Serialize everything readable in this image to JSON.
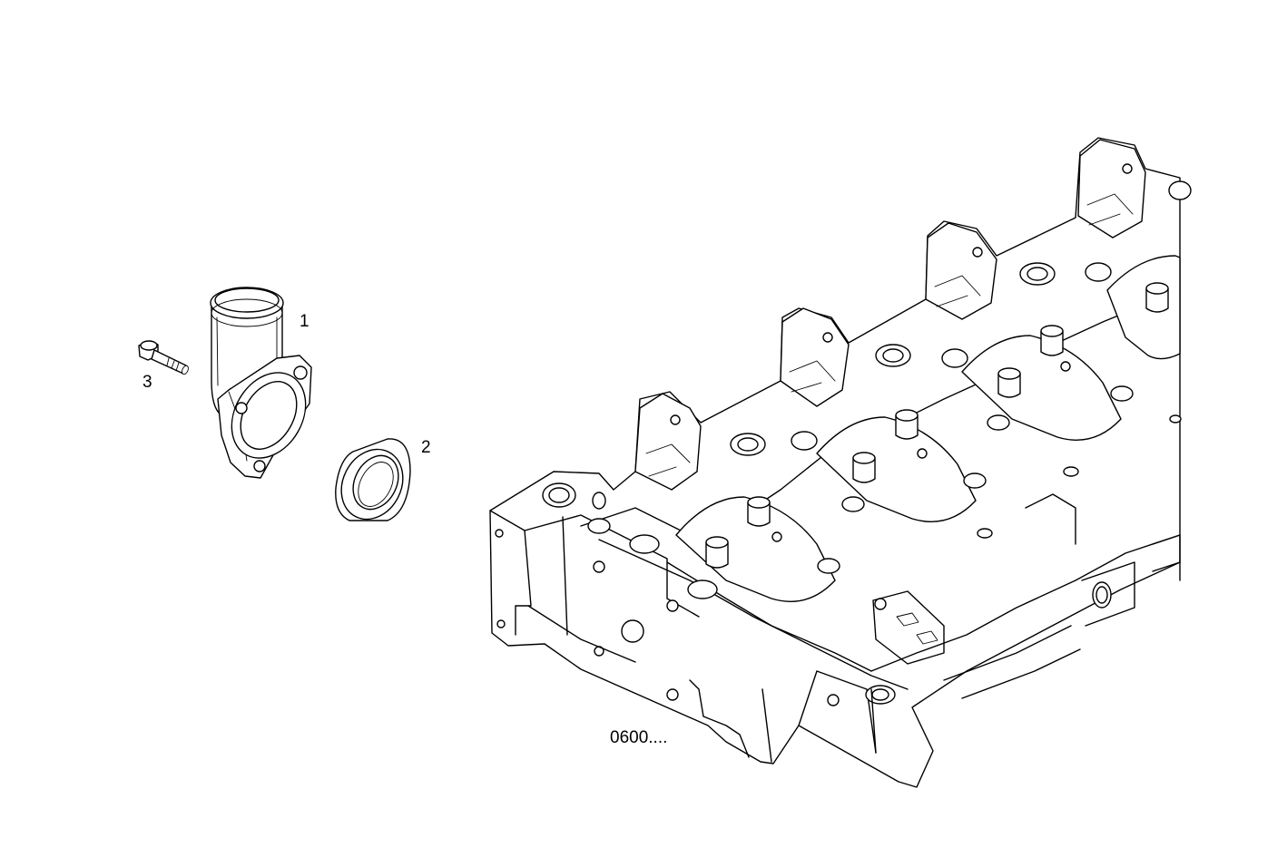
{
  "callouts": {
    "part_1": "1",
    "part_2": "2",
    "part_3": "3"
  },
  "reference": {
    "label": "0600...."
  }
}
